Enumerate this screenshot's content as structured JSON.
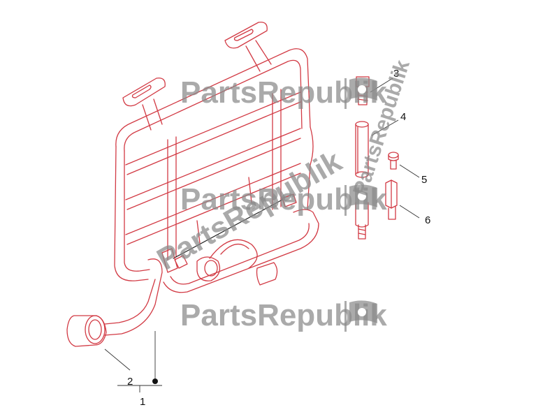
{
  "diagram": {
    "parts": [
      {
        "id": "1",
        "label": "1"
      },
      {
        "id": "2",
        "label": "2"
      },
      {
        "id": "3",
        "label": "3"
      },
      {
        "id": "4",
        "label": "4"
      },
      {
        "id": "5",
        "label": "5"
      },
      {
        "id": "6",
        "label": "6"
      }
    ],
    "watermark": {
      "text": "PartsRepublik",
      "color": "#8a8a8a",
      "logo_icon": "gear-flag-icon"
    },
    "line_color": "#d23a44"
  }
}
